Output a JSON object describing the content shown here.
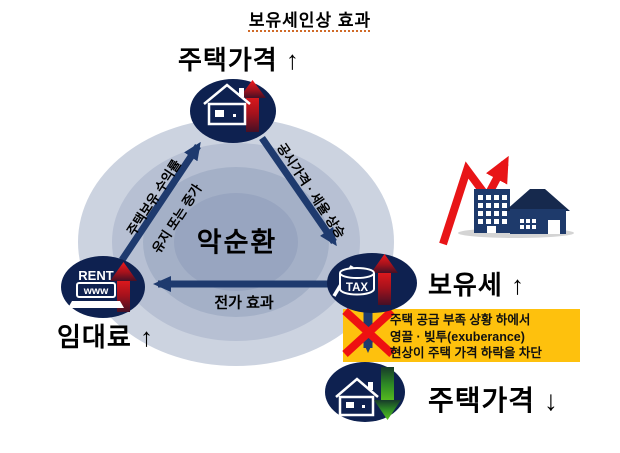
{
  "title": "보유세인상 효과",
  "cycle": {
    "center_label": "악순환",
    "nodes": {
      "house_price_top": {
        "label": "주택가격 ↑"
      },
      "rent": {
        "label": "임대료 ↑",
        "icon_text_rent": "RENT",
        "icon_text_www": "www"
      },
      "tax": {
        "label": "보유세 ↑",
        "icon_text_tax": "TAX"
      }
    },
    "edges": {
      "rent_to_price_line1": "주택보유 수익률",
      "rent_to_price_line2": "유지 또는 증가",
      "price_to_tax": "공시가격 · 세율 상승",
      "tax_to_rent": "전가 효과"
    }
  },
  "callout": {
    "line1": "주택 공급 부족 상황 하에서",
    "line2": "영끌 · 빚투(exuberance)",
    "line3": "현상이 주택 가격 하락을 차단"
  },
  "result": {
    "label": "주택가격 ↓"
  },
  "colors": {
    "node_navy": "#0e2150",
    "arrow_navy": "#1e3a6e",
    "ring_outer": "#ccd3e0",
    "ring_2": "#b7c0d3",
    "ring_3": "#a4b0c7",
    "ring_inner": "#98a5c0",
    "callout_yellow": "#fec10d",
    "block_red": "#ee1111",
    "rise_red": "#e81517",
    "fall_green": "#52b820"
  }
}
